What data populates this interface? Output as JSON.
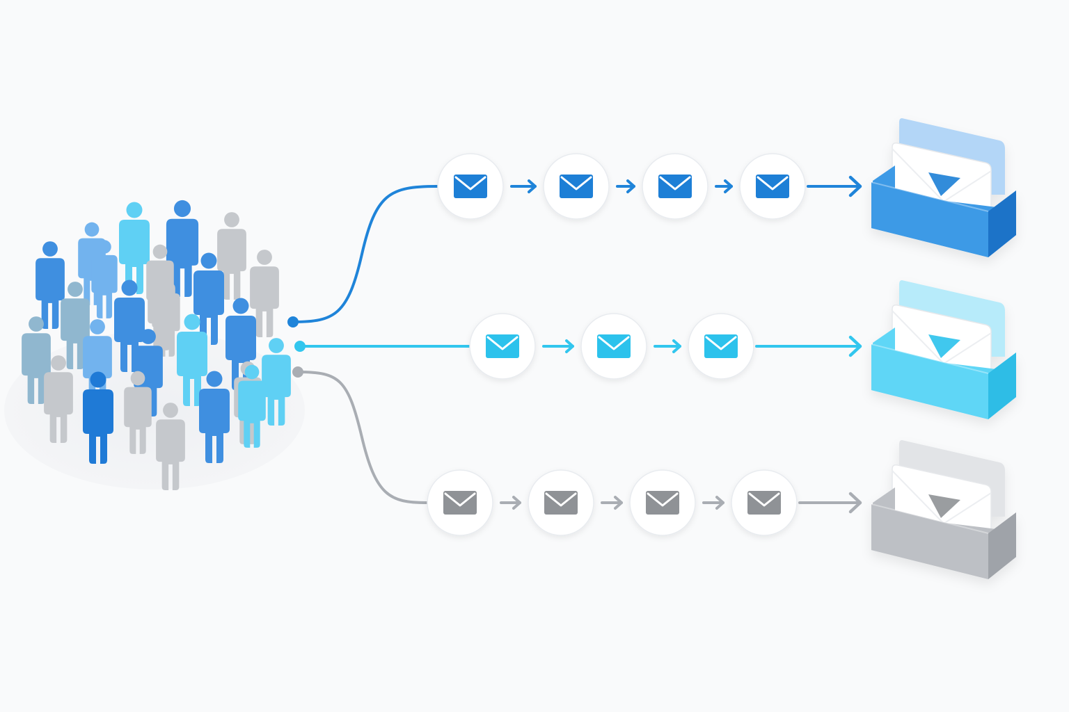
{
  "audience": {
    "people": [
      {
        "tone": "blue"
      },
      {
        "tone": "sky"
      },
      {
        "tone": "cyan"
      },
      {
        "tone": "blue"
      },
      {
        "tone": "gray"
      },
      {
        "tone": "sky"
      },
      {
        "tone": "gray"
      },
      {
        "tone": "gray"
      },
      {
        "tone": "blue"
      },
      {
        "tone": "gray"
      },
      {
        "tone": "steel"
      },
      {
        "tone": "blue"
      },
      {
        "tone": "gray"
      },
      {
        "tone": "steel"
      },
      {
        "tone": "cyan"
      },
      {
        "tone": "sky"
      },
      {
        "tone": "blue"
      },
      {
        "tone": "cyan"
      },
      {
        "tone": "blue"
      },
      {
        "tone": "cyan"
      },
      {
        "tone": "gray"
      },
      {
        "tone": "royal"
      },
      {
        "tone": "gray"
      },
      {
        "tone": "blue"
      },
      {
        "tone": "gray"
      },
      {
        "tone": "gray"
      },
      {
        "tone": "sky"
      },
      {
        "tone": "blue"
      },
      {
        "tone": "cyan"
      },
      {
        "tone": "gray"
      }
    ]
  },
  "tracks": [
    {
      "id": "track-1",
      "color": "#1f84d9",
      "icon_color": "#1d7fd6",
      "steps": 4,
      "destination": {
        "name": "inbox-tray-icon",
        "tray_color": "#3d9ae6",
        "tray_dark": "#1e73c8",
        "back_card": "#b3d6f7"
      }
    },
    {
      "id": "track-2",
      "color": "#32c6ee",
      "icon_color": "#2cc2ec",
      "steps": 3,
      "destination": {
        "name": "inbox-tray-icon",
        "tray_color": "#5fd6f6",
        "tray_dark": "#2fbde6",
        "back_card": "#b7ebfa"
      }
    },
    {
      "id": "track-3",
      "color": "#a9adb3",
      "icon_color": "#8f9296",
      "steps": 4,
      "destination": {
        "name": "inbox-tray-icon",
        "tray_color": "#bdc0c5",
        "tray_dark": "#9fa3a9",
        "back_card": "#e2e4e7"
      }
    }
  ],
  "colors": {
    "blue": "#3f8fe0",
    "royal": "#1f7ad6",
    "sky": "#72b3ee",
    "cyan": "#5fd0f4",
    "steel": "#90b7cf",
    "gray": "#c5c8cc",
    "background": "#f9fafb"
  }
}
